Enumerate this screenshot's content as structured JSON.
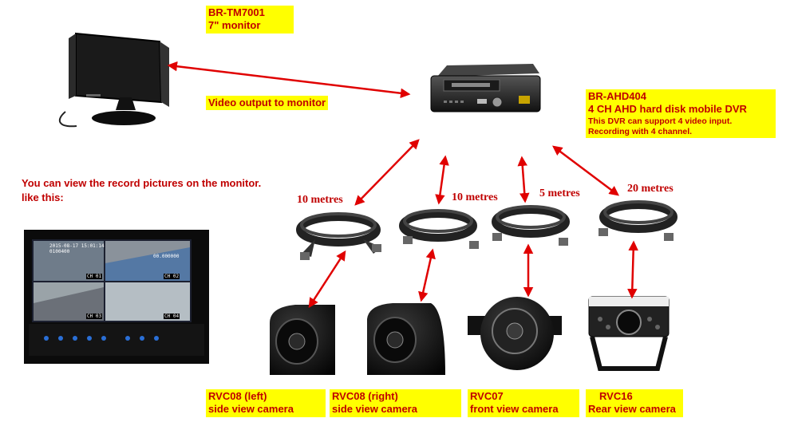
{
  "monitor_label": {
    "model": "BR-TM7001",
    "desc": "7\" monitor"
  },
  "dvr_label": {
    "model": "BR-AHD404",
    "desc": "4 CH AHD hard disk mobile DVR",
    "note1": "This DVR can support 4 video input.",
    "note2": "Recording with 4 channel."
  },
  "video_output_label": "Video output to monitor",
  "monitor_view_note": {
    "line1": "You can view the record pictures on the monitor.",
    "line2": "like this:"
  },
  "cables": [
    {
      "length": "10 metres"
    },
    {
      "length": "10 metres"
    },
    {
      "length": "5 metres"
    },
    {
      "length": "20 metres"
    }
  ],
  "cameras": [
    {
      "model": "RVC08 (left)",
      "desc": "side view camera"
    },
    {
      "model": "RVC08 (right)",
      "desc": "side view camera"
    },
    {
      "model": "RVC07",
      "desc": "front view camera"
    },
    {
      "model": "RVC16",
      "desc": "Rear view camera"
    }
  ],
  "screen_readout": {
    "timestamp": "2015-08-17  15:01:14",
    "code": "0100400",
    "ch1": "CH 01",
    "ch2": "CH 02",
    "ch3": "CH 03",
    "ch4": "CH 04",
    "speed": "00.000000"
  },
  "colors": {
    "highlight": "#ffff00",
    "text_red": "#c00000",
    "arrow_red": "#e00000"
  }
}
